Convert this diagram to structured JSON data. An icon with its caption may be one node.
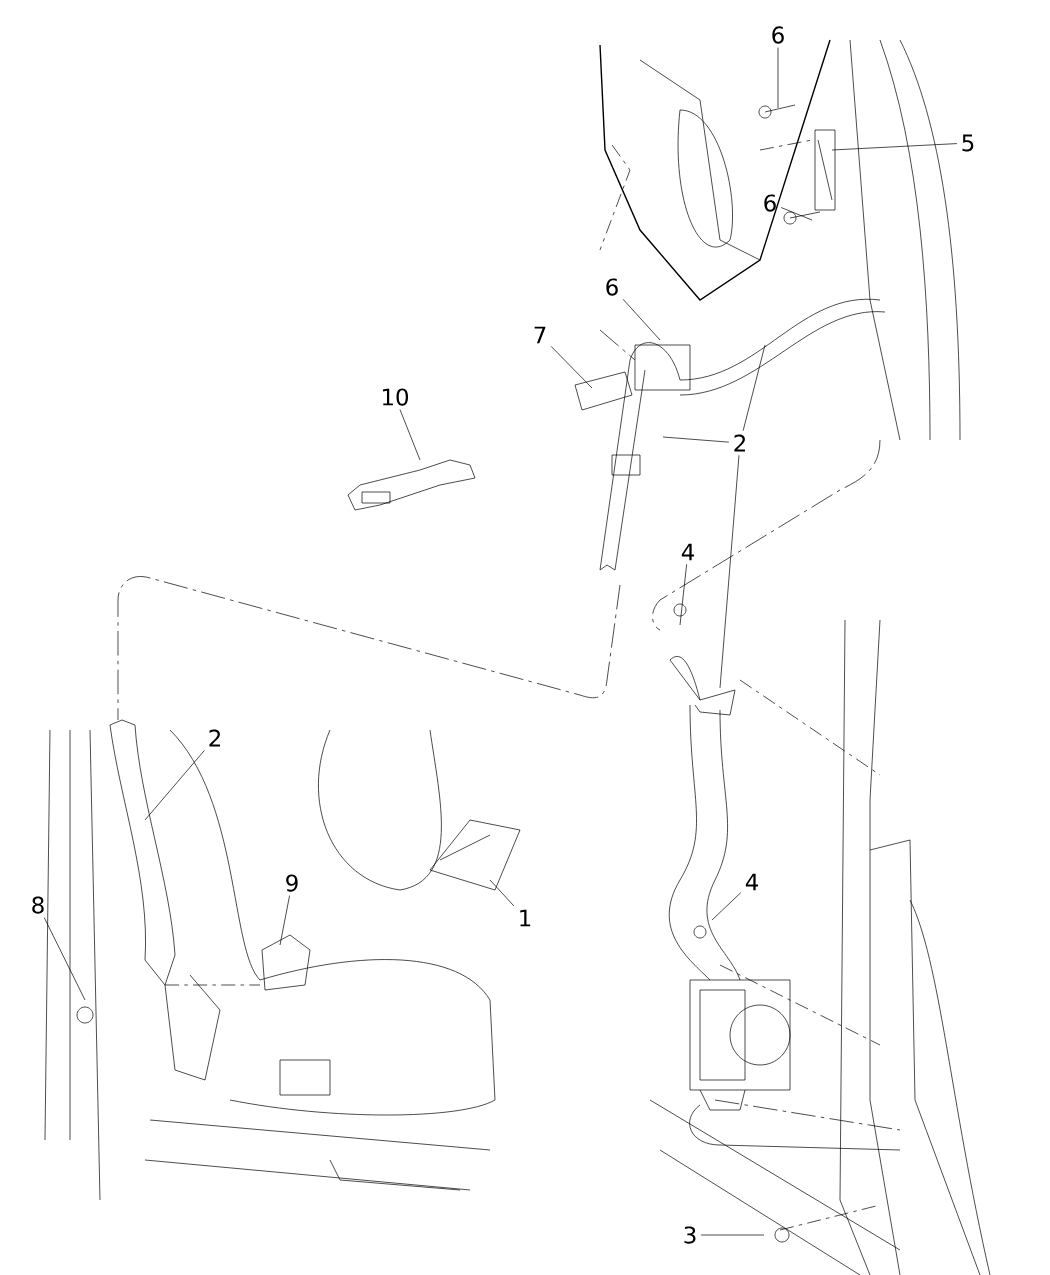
{
  "diagram": {
    "nodes": [
      {
        "text": [
          "6"
        ]
      },
      {
        "text": [
          "5"
        ]
      },
      {
        "text": [
          "6"
        ]
      },
      {
        "text": [
          "6"
        ]
      },
      {
        "text": [
          "7"
        ]
      },
      {
        "text": [
          "10"
        ]
      },
      {
        "text": [
          "2"
        ]
      },
      {
        "text": [
          "4"
        ]
      },
      {
        "text": [
          "2"
        ]
      },
      {
        "text": [
          "9"
        ]
      },
      {
        "text": [
          "1"
        ]
      },
      {
        "text": [
          "8"
        ]
      },
      {
        "text": [
          "4"
        ]
      },
      {
        "text": [
          "3"
        ]
      }
    ],
    "edges": [
      {
        "from": 0,
        "to": null,
        "arrow": "none"
      },
      {
        "from": 1,
        "to": null,
        "arrow": "none"
      },
      {
        "from": 2,
        "to": null,
        "arrow": "none"
      },
      {
        "from": 3,
        "to": null,
        "arrow": "none"
      },
      {
        "from": 4,
        "to": null,
        "arrow": "none"
      },
      {
        "from": 5,
        "to": null,
        "arrow": "none"
      },
      {
        "from": 6,
        "to": null,
        "arrow": "none"
      },
      {
        "from": 6,
        "to": null,
        "arrow": "none"
      },
      {
        "from": 6,
        "to": null,
        "arrow": "none"
      },
      {
        "from": 7,
        "to": null,
        "arrow": "none"
      },
      {
        "from": 8,
        "to": null,
        "arrow": "none"
      },
      {
        "from": 9,
        "to": null,
        "arrow": "none"
      },
      {
        "from": 10,
        "to": null,
        "arrow": "none"
      },
      {
        "from": 11,
        "to": null,
        "arrow": "none"
      },
      {
        "from": 12,
        "to": null,
        "arrow": "none"
      },
      {
        "from": 13,
        "to": null,
        "arrow": "none"
      }
    ]
  }
}
